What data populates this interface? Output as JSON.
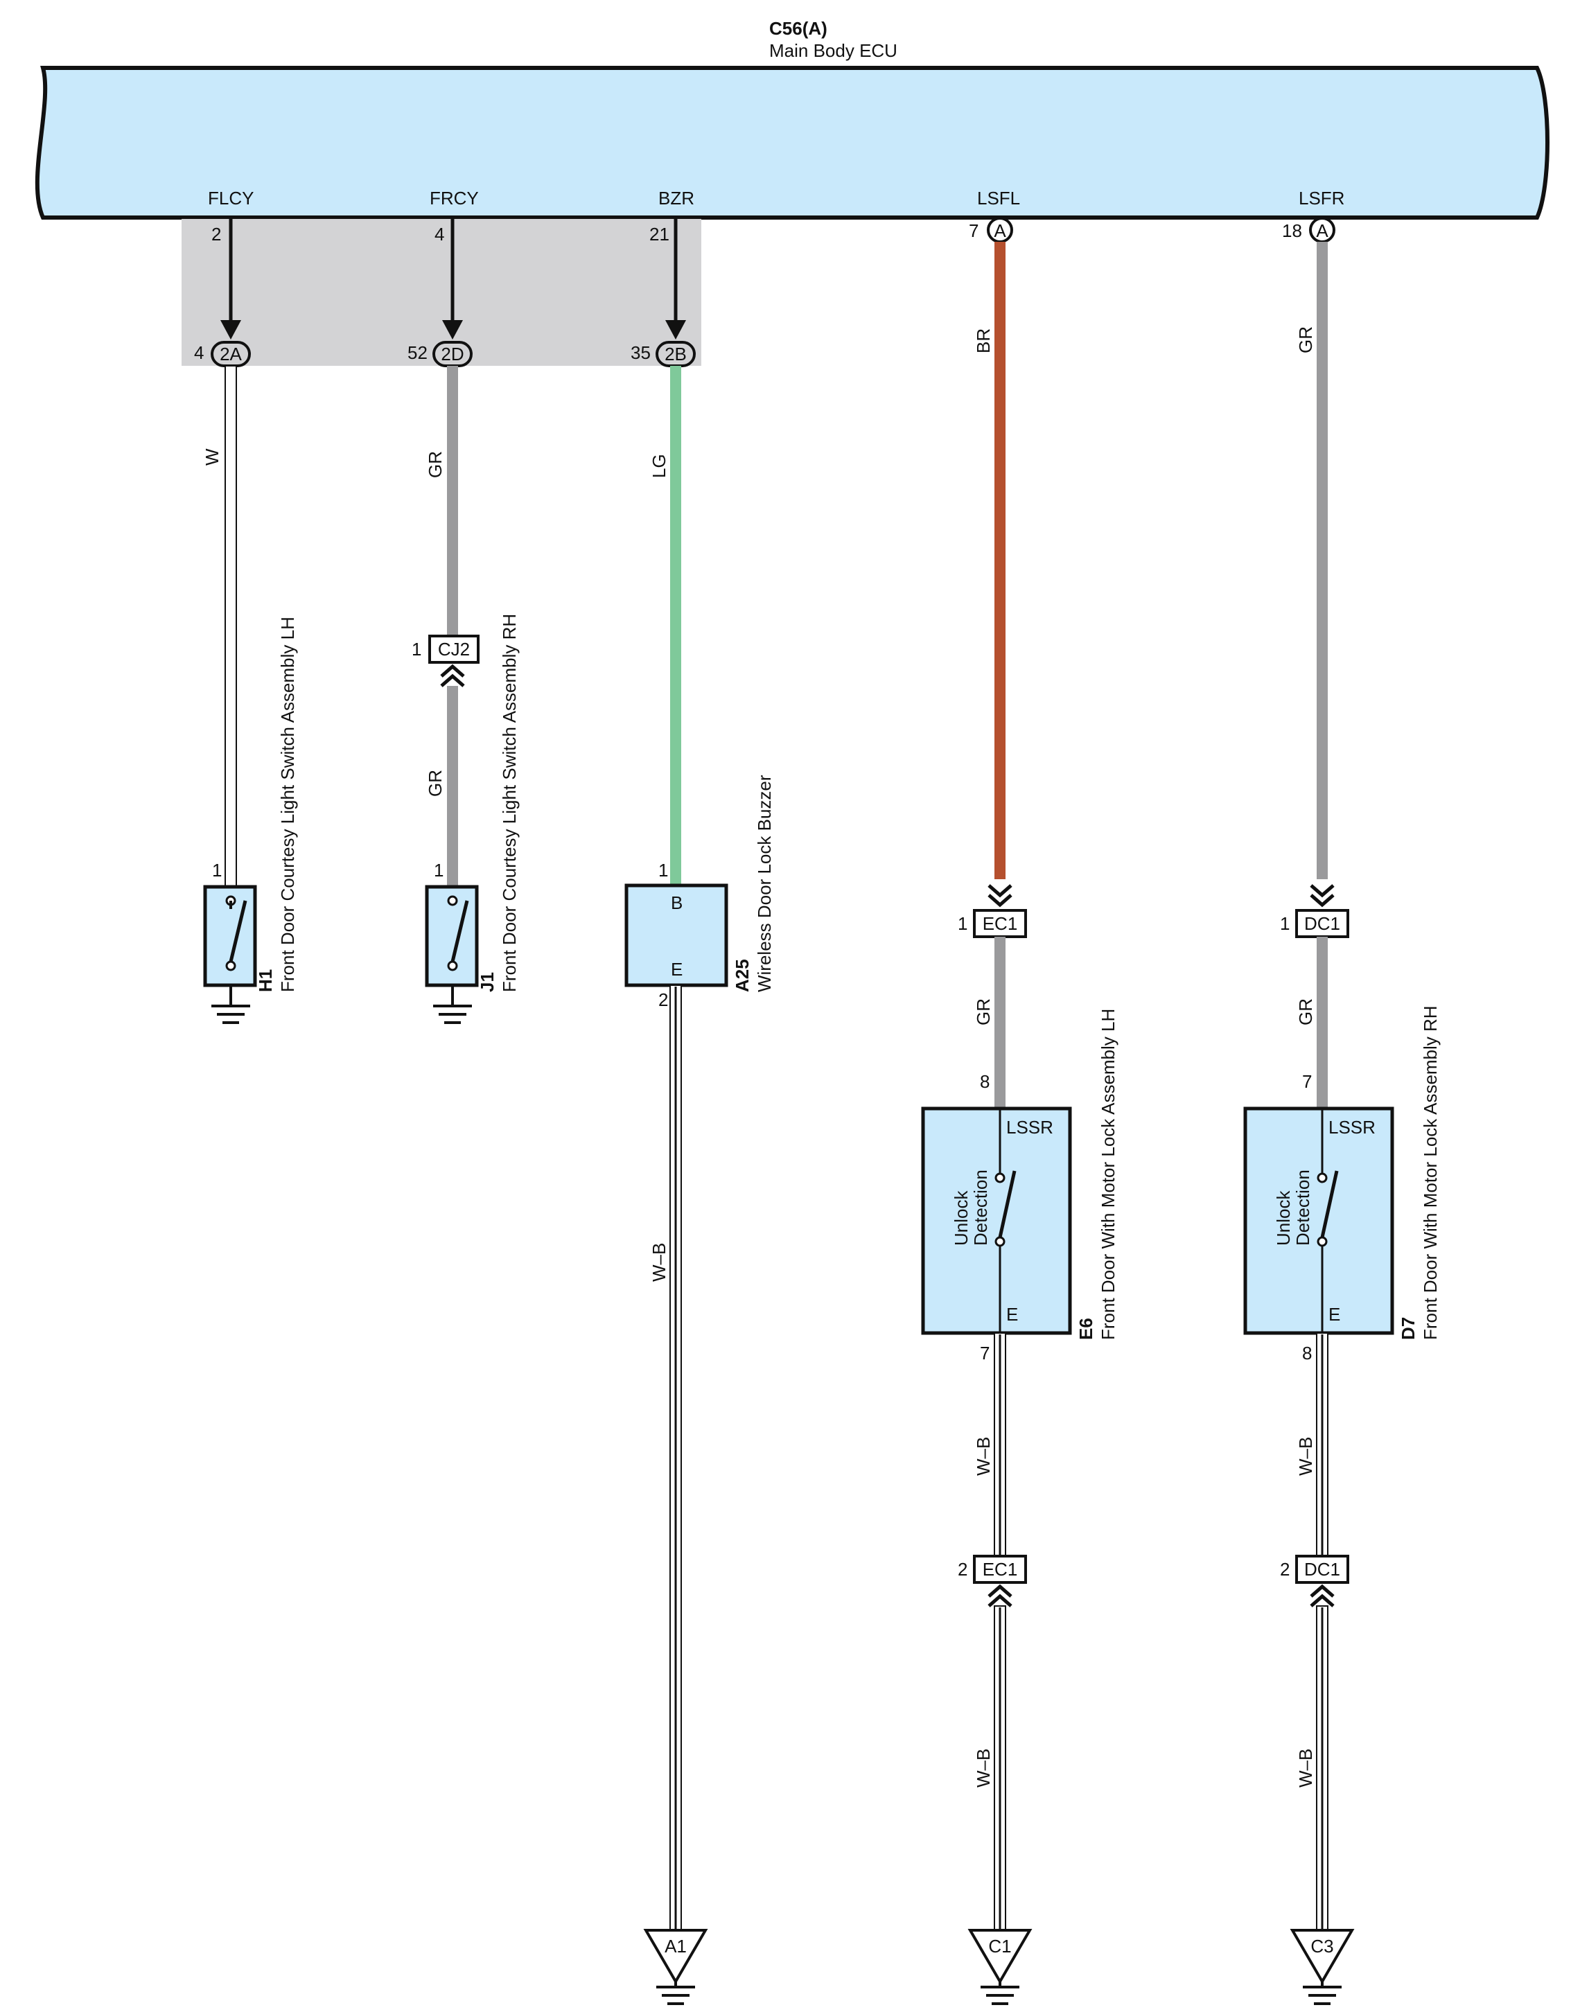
{
  "ecu": {
    "code": "C56(A)",
    "name": "Main Body ECU",
    "fill": "#c9e9fb"
  },
  "pins": {
    "flcy": {
      "name": "FLCY",
      "num": "2"
    },
    "frcy": {
      "name": "FRCY",
      "num": "4"
    },
    "bzr": {
      "name": "BZR",
      "num": "21"
    },
    "lsfl": {
      "name": "LSFL",
      "num": "7",
      "ref": "A"
    },
    "lsfr": {
      "name": "LSFR",
      "num": "18",
      "ref": "A"
    }
  },
  "junctions": {
    "j2a": {
      "num": "4",
      "label": "2A"
    },
    "j2d": {
      "num": "52",
      "label": "2D"
    },
    "j2b": {
      "num": "35",
      "label": "2B"
    }
  },
  "connectors": {
    "cj2": {
      "num": "1",
      "label": "CJ2"
    },
    "ec1a": {
      "num": "1",
      "label": "EC1"
    },
    "dc1a": {
      "num": "1",
      "label": "DC1"
    },
    "ec1b": {
      "num": "2",
      "label": "EC1"
    },
    "dc1b": {
      "num": "2",
      "label": "DC1"
    }
  },
  "wires": {
    "w1": "W",
    "gr1": "GR",
    "gr2": "GR",
    "lg": "LG",
    "br": "BR",
    "gr3": "GR",
    "gr4": "GR",
    "gr5": "GR",
    "wb1": "W–B",
    "wb2": "W–B",
    "wb3": "W–B",
    "wb4": "W–B",
    "wb5": "W–B"
  },
  "colors": {
    "white_wire": "#ffffff",
    "gray_wire": "#9a9a9c",
    "green_wire": "#7fc99a",
    "brown_wire": "#b5502e",
    "component_fill": "#c9e9fb",
    "shield_fill": "#d3d3d5"
  },
  "components": {
    "h1": {
      "code": "H1",
      "name": "Front Door Courtesy Light Switch Assembly LH",
      "pin": "1"
    },
    "j1": {
      "code": "J1",
      "name": "Front Door Courtesy Light Switch Assembly RH",
      "pin": "1"
    },
    "a25": {
      "code": "A25",
      "name": "Wireless Door Lock Buzzer",
      "pin_in": "1",
      "pin_out": "2",
      "term_b": "B",
      "term_e": "E"
    },
    "e6": {
      "code": "E6",
      "name": "Front Door With Motor Lock Assembly LH",
      "pin_in": "8",
      "pin_out": "7",
      "term_top": "LSSR",
      "term_bottom": "E",
      "switch_line1": "Unlock",
      "switch_line2": "Detection"
    },
    "d7": {
      "code": "D7",
      "name": "Front Door With Motor Lock Assembly RH",
      "pin_in": "7",
      "pin_out": "8",
      "term_top": "LSSR",
      "term_bottom": "E",
      "switch_line1": "Unlock",
      "switch_line2": "Detection"
    }
  },
  "grounds": {
    "a1": "A1",
    "c1": "C1",
    "c3": "C3"
  }
}
